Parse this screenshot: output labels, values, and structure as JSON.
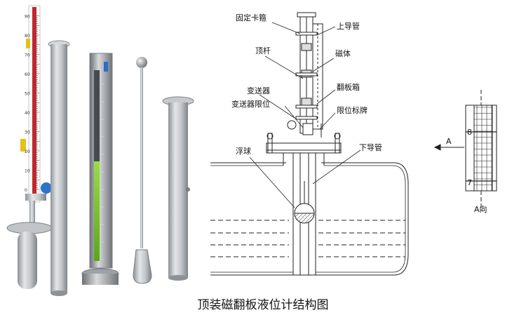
{
  "caption": "顶装磁翻板液位计结构图",
  "labels": {
    "fixed_clamp": "固定卡箍",
    "upper_guide_tube": "上导管",
    "push_rod": "顶杆",
    "magnet": "磁体",
    "flap_box": "翻板箱",
    "transmitter": "变送器",
    "transmitter_limit": "变送器限位",
    "limit_sign": "限位标牌",
    "float_ball": "浮球",
    "lower_guide_tube": "下导管"
  },
  "scale": {
    "ticks_photo": [
      "90",
      "80",
      "70",
      "60",
      "50",
      "40",
      "30",
      "20",
      "10",
      "0"
    ],
    "detail_upper": "8",
    "detail_lower": "7",
    "view_arrow": "A",
    "view_label": "A向"
  },
  "colors": {
    "red_scale": "#c0282d",
    "steel": "#b8bcc0",
    "green_bar": "#7cc832",
    "blue_knob": "#2a74c9",
    "yellow_marker": "#e3c218"
  }
}
